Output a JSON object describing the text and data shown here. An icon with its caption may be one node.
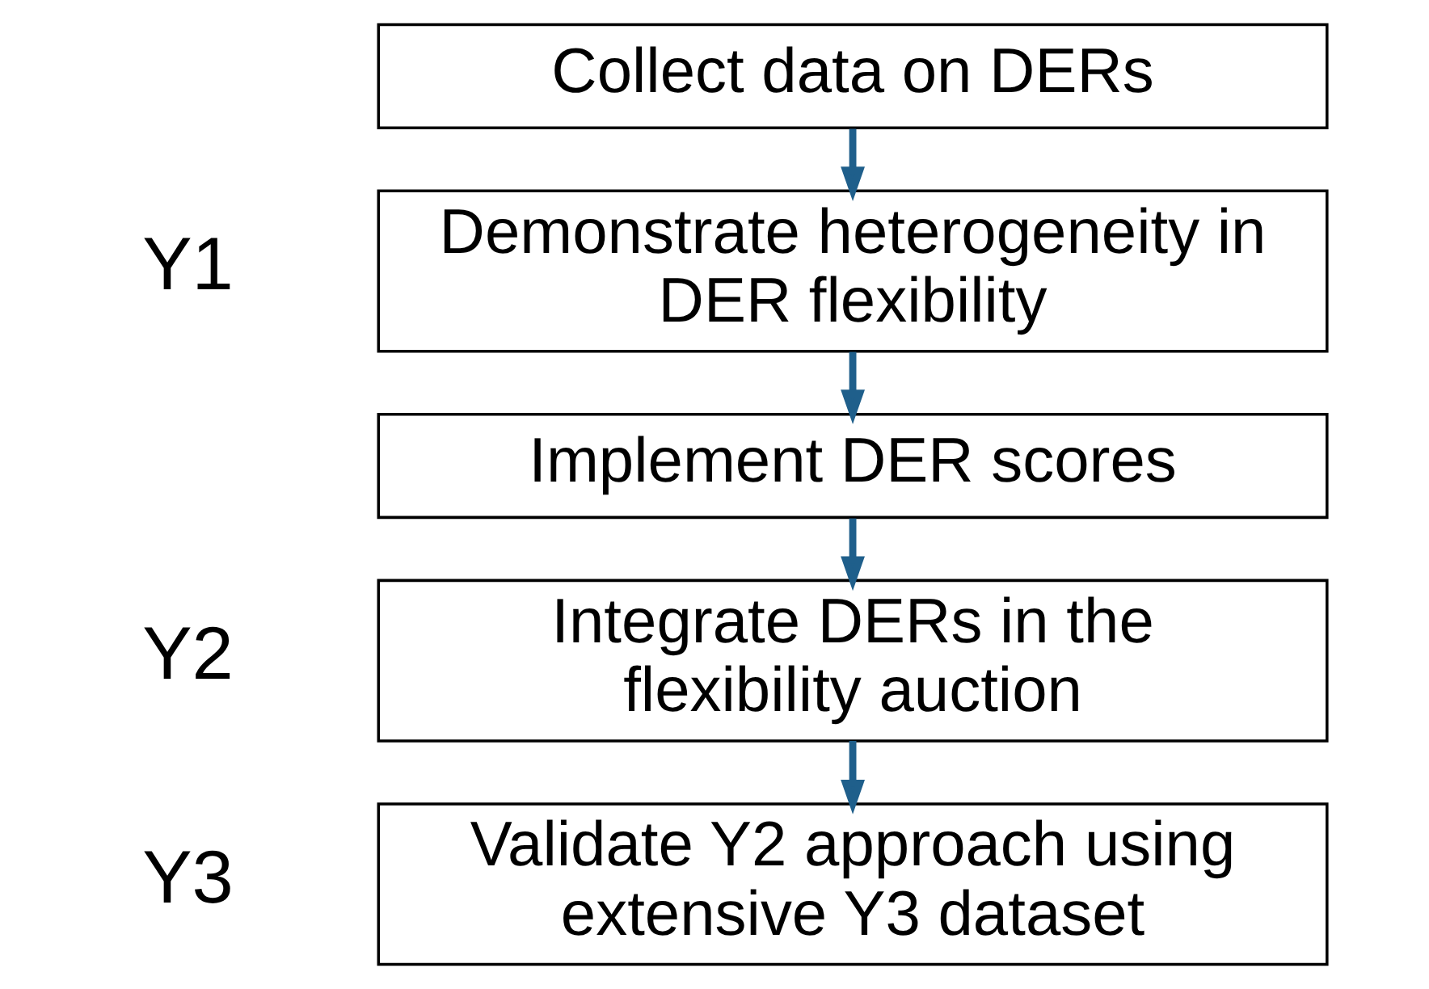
{
  "diagram": {
    "nodes": [
      {
        "text": [
          "Collect data on DERs"
        ]
      },
      {
        "text": [
          "Demonstrate heterogeneity in DER flexibility"
        ]
      },
      {
        "text": [
          "Implement DER scores"
        ]
      },
      {
        "text": [
          "Integrate DERs in the flexibility auction"
        ]
      },
      {
        "text": [
          "Validate Y2 approach using extensive Y3 dataset"
        ]
      }
    ],
    "edges": [
      {
        "from": 0,
        "to": 1,
        "arrow": "to"
      },
      {
        "from": 1,
        "to": 2,
        "arrow": "to"
      },
      {
        "from": 2,
        "to": 3,
        "arrow": "to"
      },
      {
        "from": 3,
        "to": 4,
        "arrow": "to"
      }
    ],
    "labels": [
      "Y1",
      "Y2",
      "Y3"
    ]
  }
}
